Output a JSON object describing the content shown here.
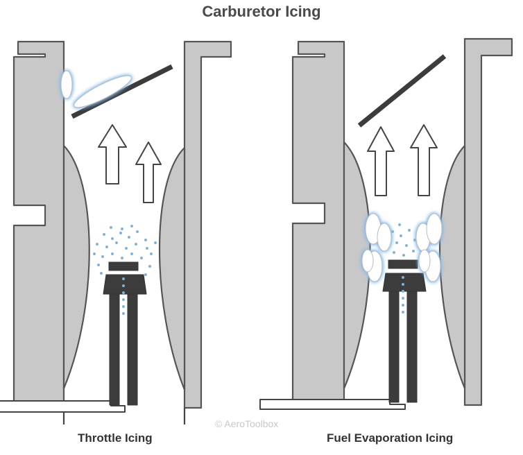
{
  "title": "Carburetor Icing",
  "panels": [
    {
      "caption": "Throttle Icing"
    },
    {
      "caption": "Fuel Evaporation Icing"
    }
  ],
  "copyright": "© AeroToolbox",
  "colors": {
    "wall_fill": "#c8c8c8",
    "wall_stroke": "#555555",
    "dark": "#3c3c3c",
    "fuel_drop": "#7fb3d8",
    "ice_glow": "#9cc9ee",
    "ice_fill": "#ffffff"
  },
  "icons": [
    "airflow-arrow",
    "ice-cloud",
    "fuel-droplet"
  ]
}
